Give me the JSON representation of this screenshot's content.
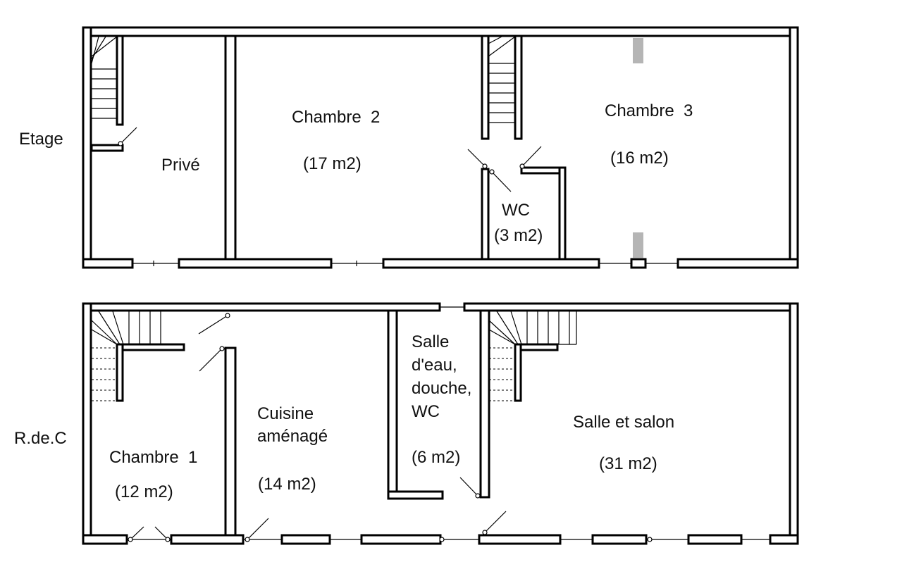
{
  "floors": {
    "etage": {
      "label": "Etage",
      "rooms": [
        {
          "name": "Privé",
          "area": ""
        },
        {
          "name": "Chambre  2",
          "area": "(17 m2)"
        },
        {
          "name": "WC",
          "area": "(3 m2)"
        },
        {
          "name": "Chambre  3",
          "area": "(16 m2)"
        }
      ]
    },
    "rdc": {
      "label": "R.de.C",
      "rooms": [
        {
          "name": "Chambre  1",
          "area": "(12 m2)"
        },
        {
          "name": "Cuisine",
          "name2": "aménagé",
          "area": "(14 m2)"
        },
        {
          "name": "Salle",
          "name2": "d'eau,",
          "name3": "douche,",
          "name4": "WC",
          "area": "(6 m2)"
        },
        {
          "name": "Salle et salon",
          "area": "(31 m2)"
        }
      ]
    }
  },
  "colors": {
    "wall": "#000000",
    "background": "#ffffff",
    "chimney": "#b5b5b5"
  }
}
